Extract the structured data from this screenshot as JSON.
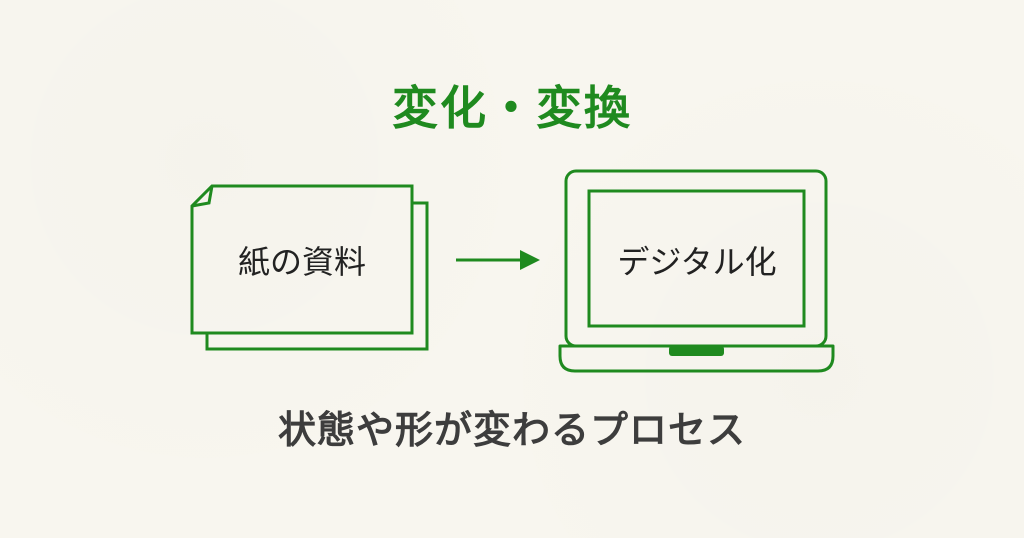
{
  "title": "変化・変換",
  "subtitle": "状態や形が変わるプロセス",
  "paper": {
    "label": "紙の資料",
    "icon": "document-stack-icon"
  },
  "arrow": {
    "icon": "arrow-right-icon"
  },
  "laptop": {
    "label": "デジタル化",
    "icon": "laptop-icon"
  },
  "colors": {
    "accent": "#1f8a1f",
    "text": "#222222",
    "subtitle": "#3d3d3d",
    "background": "#f8f6ef"
  }
}
